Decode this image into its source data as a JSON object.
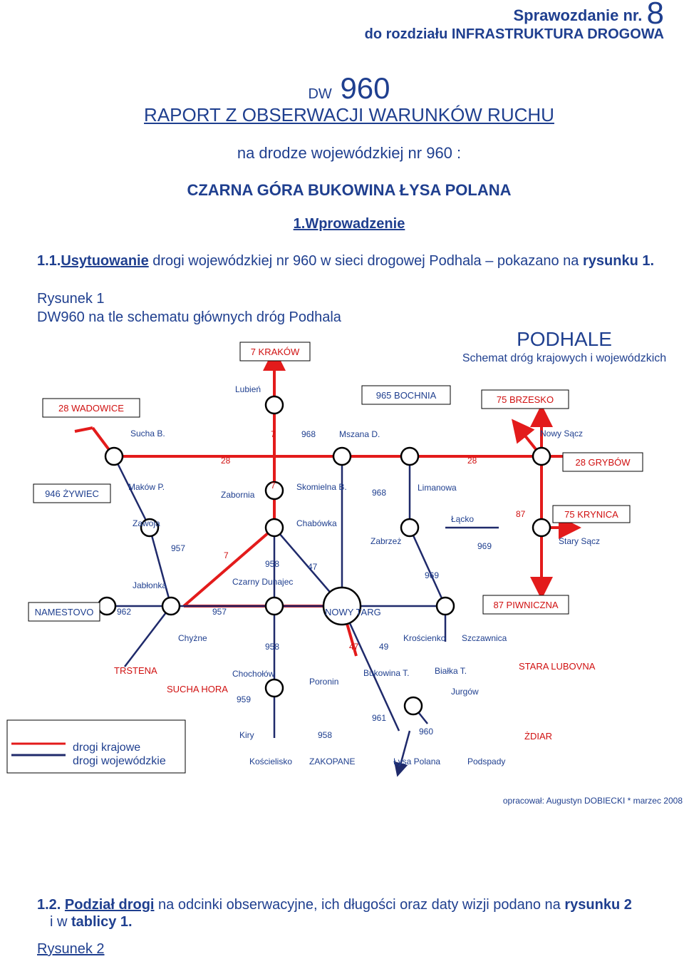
{
  "header": {
    "report_prefix": "Sprawozdanie nr.",
    "report_number": "8",
    "chapter": "do rozdziału INFRASTRUKTURA DROGOWA"
  },
  "title": {
    "dw_small": "DW",
    "dw_number": "960",
    "raport": "RAPORT Z OBSERWACJI WARUNKÓW RUCHU",
    "road": "na drodze wojewódzkiej nr 960 :",
    "route": "CZARNA GÓRA  BUKOWINA  ŁYSA POLANA",
    "intro": "1.Wprowadzenie"
  },
  "section_1_1": {
    "number": "1.1.",
    "heading": "Usytuowanie",
    "text": " drogi wojewódzkiej nr 960 w sieci drogowej Podhala – pokazano na ",
    "ref": "rysunku 1."
  },
  "figure1": {
    "label": "Rysunek 1",
    "caption": "DW960 na tle schematu głównych dróg Podhala"
  },
  "map": {
    "title": "PODHALE",
    "subtitle": "Schemat dróg krajowych i wojewódzkich",
    "boxes": {
      "krakow": "7 KRAKÓW",
      "wadowice": "28 WADOWICE",
      "lubien": "Lubień",
      "bochnia": "965  BOCHNIA",
      "brzesko": "75 BRZESKO",
      "sucha": "Sucha B.",
      "r7a": "7",
      "r968a": "968",
      "mszana": "Mszana D.",
      "nowysacz": "Nowy Sącz",
      "r28a": "28",
      "r28b": "28",
      "grybow": "28 GRYBÓW",
      "zywiec": "946 ŻYWIEC",
      "makow": "Maków P.",
      "zabornia": "Zabornia",
      "r7b": "7",
      "skomielna": "Skomielna B.",
      "r968b": "968",
      "limanowa": "Limanowa",
      "zawoja": "Zawoja",
      "chabowka": "Chabówka",
      "lacko": "Łącko",
      "r87": "87",
      "krynica": "75 KRYNICA",
      "r957a": "957",
      "r7c": "7",
      "r958a": "958",
      "r47a": "47",
      "zabrzez": "Zabrzeż",
      "r969a": "969",
      "starysacz": "Stary Sącz",
      "jablonka": "Jabłonka",
      "czarny": "Czarny Dunajec",
      "r969b": "969",
      "namestovo": "NAMESTOVO",
      "r962": "962",
      "r957b": "957",
      "nowytarg": "NOWY TARG",
      "piwniczna": "87 PIWNICZNA",
      "chyzne": "Chyżne",
      "r958b": "958",
      "r47b": "47",
      "r49": "49",
      "kroscienko": "Krościenko",
      "szczawnica": "Szczawnica",
      "trstena": "TRSTENA",
      "suchahora": "SUCHA HORA",
      "chocholow": "Chochołów",
      "r959": "959",
      "poronin": "Poronin",
      "bukowina": "Bukowina T.",
      "bialka": "Białka T.",
      "jurgow": "Jurgów",
      "staralubovna": "STARA LUBOVNA",
      "r961": "961",
      "r960": "960",
      "kiry": "Kiry",
      "r958c": "958",
      "zdiar": "ŻDIAR",
      "koscielisko": "Kościelisko",
      "zakopane": "ZAKOPANE",
      "lysapolana": "Łysa Polana",
      "podspady": "Podspady"
    },
    "legend": {
      "national": "drogi krajowe",
      "regional": "drogi wojewódzkie"
    },
    "credit": "opracował: Augustyn DOBIECKI * marzec 2008",
    "colors": {
      "national": "#e31b1b",
      "regional": "#1f2a6b",
      "label": "#1f3f8f",
      "red_text": "#d01010"
    }
  },
  "section_1_2": {
    "number": "1.2. ",
    "heading": "Podział drogi",
    "text": " na odcinki obserwacyjne, ich długości oraz daty wizji podano na ",
    "ref": "rysunku 2",
    "line2_a": "i w ",
    "line2_ref": "tablicy 1."
  },
  "figure2": {
    "label": "Rysunek 2"
  }
}
